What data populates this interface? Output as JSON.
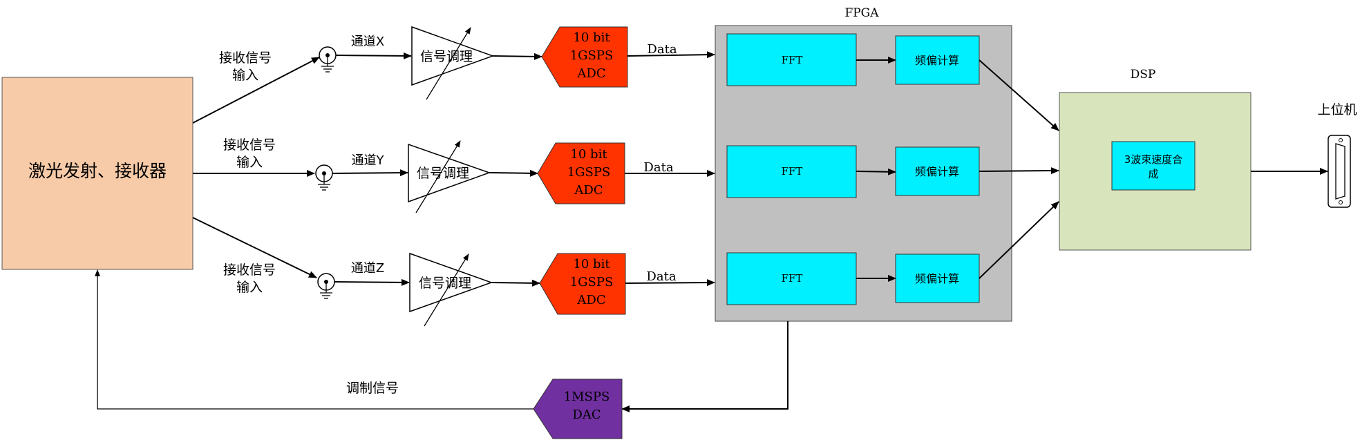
{
  "laser_block": {
    "label": "激光发射、接收器",
    "fill": "#f8cba8"
  },
  "receive_labels": [
    {
      "line1": "接收信号",
      "line2": "输入"
    },
    {
      "line1": "接收信号",
      "line2": "输入"
    },
    {
      "line1": "接收信号",
      "line2": "输入"
    }
  ],
  "channels": [
    {
      "label": "通道X"
    },
    {
      "label": "通道Y"
    },
    {
      "label": "通道Z"
    }
  ],
  "conditioners": [
    {
      "label": "信号调理"
    },
    {
      "label": "信号调理"
    },
    {
      "label": "信号调理"
    }
  ],
  "adcs": [
    {
      "line1": "10 bit",
      "line2": "1GSPS",
      "line3": "ADC"
    },
    {
      "line1": "10 bit",
      "line2": "1GSPS",
      "line3": "ADC"
    },
    {
      "line1": "10 bit",
      "line2": "1GSPS",
      "line3": "ADC"
    }
  ],
  "adc_fill": "#ff3300",
  "data_labels": [
    "Data",
    "Data",
    "Data"
  ],
  "fpga": {
    "title": "FPGA",
    "fill": "#c0c0c0",
    "fft_labels": [
      "FFT",
      "FFT",
      "FFT"
    ],
    "freq_labels": [
      "频偏计算",
      "频偏计算",
      "频偏计算"
    ],
    "block_fill": "#00f0ff"
  },
  "dsp": {
    "title": "DSP",
    "fill": "#d8e4bc",
    "inner_line1": "3波束速度合",
    "inner_line2": "成"
  },
  "host": {
    "label": "上位机"
  },
  "dac": {
    "line1": "1MSPS",
    "line2": "DAC",
    "fill": "#7030a0"
  },
  "modulation_label": "调制信号"
}
